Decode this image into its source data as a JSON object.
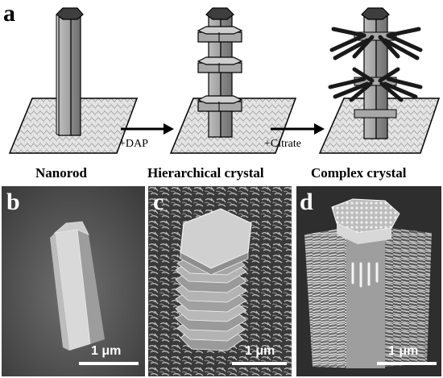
{
  "panel_a": {
    "letter": "a",
    "arrow_labels": [
      "+DAP",
      "+Citrate"
    ],
    "captions": [
      "Nanorod",
      "Hierarchical crystal",
      "Complex crystal"
    ]
  },
  "panels": [
    {
      "letter": "b",
      "scale": "1 μm"
    },
    {
      "letter": "c",
      "scale": "1 μm"
    },
    {
      "letter": "d",
      "scale": "1 μm"
    }
  ]
}
